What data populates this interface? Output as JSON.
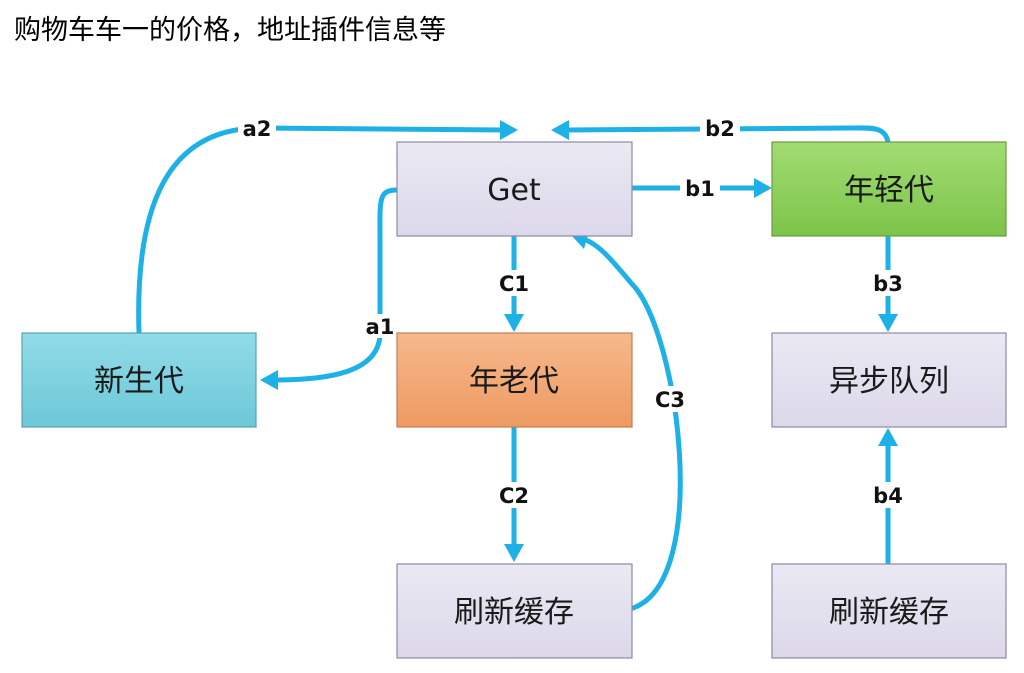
{
  "page": {
    "title": "购物车车一的价格，地址插件信息等"
  },
  "colors": {
    "edge": "#1eb1e8",
    "node_default_fill": "#e3e0ee",
    "node_default_stroke": "#8c88a8",
    "young_gen_fill": "#8ed05a",
    "new_gen_fill": "#7fd2e0",
    "old_gen_fill": "#f2a874"
  },
  "nodes": {
    "get": {
      "label": "Get"
    },
    "young_gen": {
      "label": "年轻代"
    },
    "new_gen": {
      "label": "新生代"
    },
    "old_gen": {
      "label": "年老代"
    },
    "refresh_cache_left": {
      "label": "刷新缓存"
    },
    "async_queue": {
      "label": "异步队列"
    },
    "refresh_cache_right": {
      "label": "刷新缓存"
    }
  },
  "edges": {
    "a1": {
      "label": "a1"
    },
    "a2": {
      "label": "a2"
    },
    "b1": {
      "label": "b1"
    },
    "b2": {
      "label": "b2"
    },
    "b3": {
      "label": "b3"
    },
    "b4": {
      "label": "b4"
    },
    "c1": {
      "label": "C1"
    },
    "c2": {
      "label": "C2"
    },
    "c3": {
      "label": "C3"
    }
  }
}
